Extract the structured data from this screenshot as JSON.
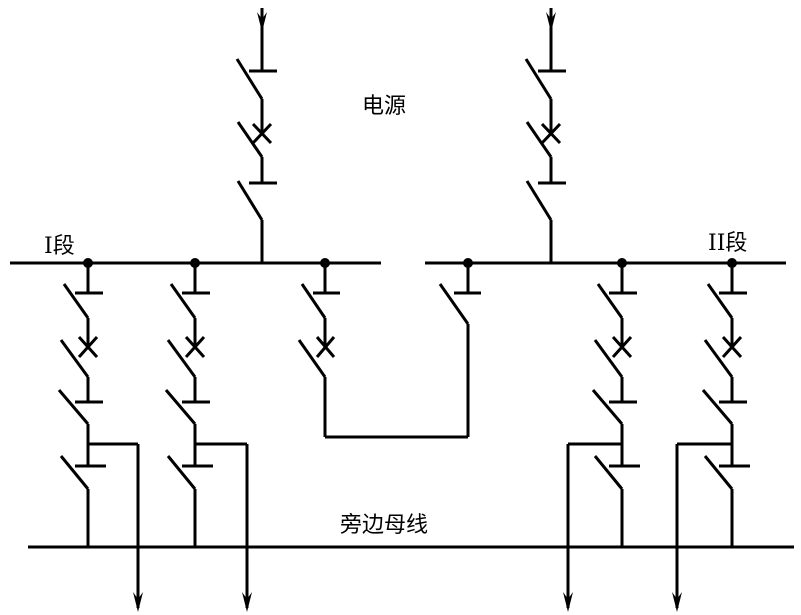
{
  "labels": {
    "power_source": "电源",
    "section_1": "I段",
    "section_2": "II段",
    "bypass_bus": "旁边母线"
  },
  "colors": {
    "line": "#000000",
    "background": "#ffffff"
  },
  "components": {
    "sources": [
      {
        "id": "source-left",
        "section": "I",
        "elements": [
          "incoming-arrow",
          "isolator",
          "circuit-breaker",
          "isolator"
        ]
      },
      {
        "id": "source-right",
        "section": "II",
        "elements": [
          "incoming-arrow",
          "isolator",
          "circuit-breaker",
          "isolator"
        ]
      }
    ],
    "feeders": [
      {
        "id": "feeder-1",
        "section": "I",
        "elements": [
          "isolator",
          "circuit-breaker",
          "isolator",
          "bypass-isolator",
          "outgoing-arrow"
        ]
      },
      {
        "id": "feeder-2",
        "section": "I",
        "elements": [
          "isolator",
          "circuit-breaker",
          "isolator",
          "bypass-isolator",
          "outgoing-arrow"
        ]
      },
      {
        "id": "feeder-3",
        "section": "II",
        "elements": [
          "isolator",
          "circuit-breaker",
          "isolator",
          "bypass-isolator",
          "outgoing-arrow"
        ]
      },
      {
        "id": "feeder-4",
        "section": "II",
        "elements": [
          "isolator",
          "circuit-breaker",
          "isolator",
          "bypass-isolator",
          "outgoing-arrow"
        ]
      }
    ],
    "bus_tie": {
      "id": "bus-tie",
      "elements": [
        "isolator",
        "circuit-breaker",
        "isolator"
      ]
    }
  }
}
